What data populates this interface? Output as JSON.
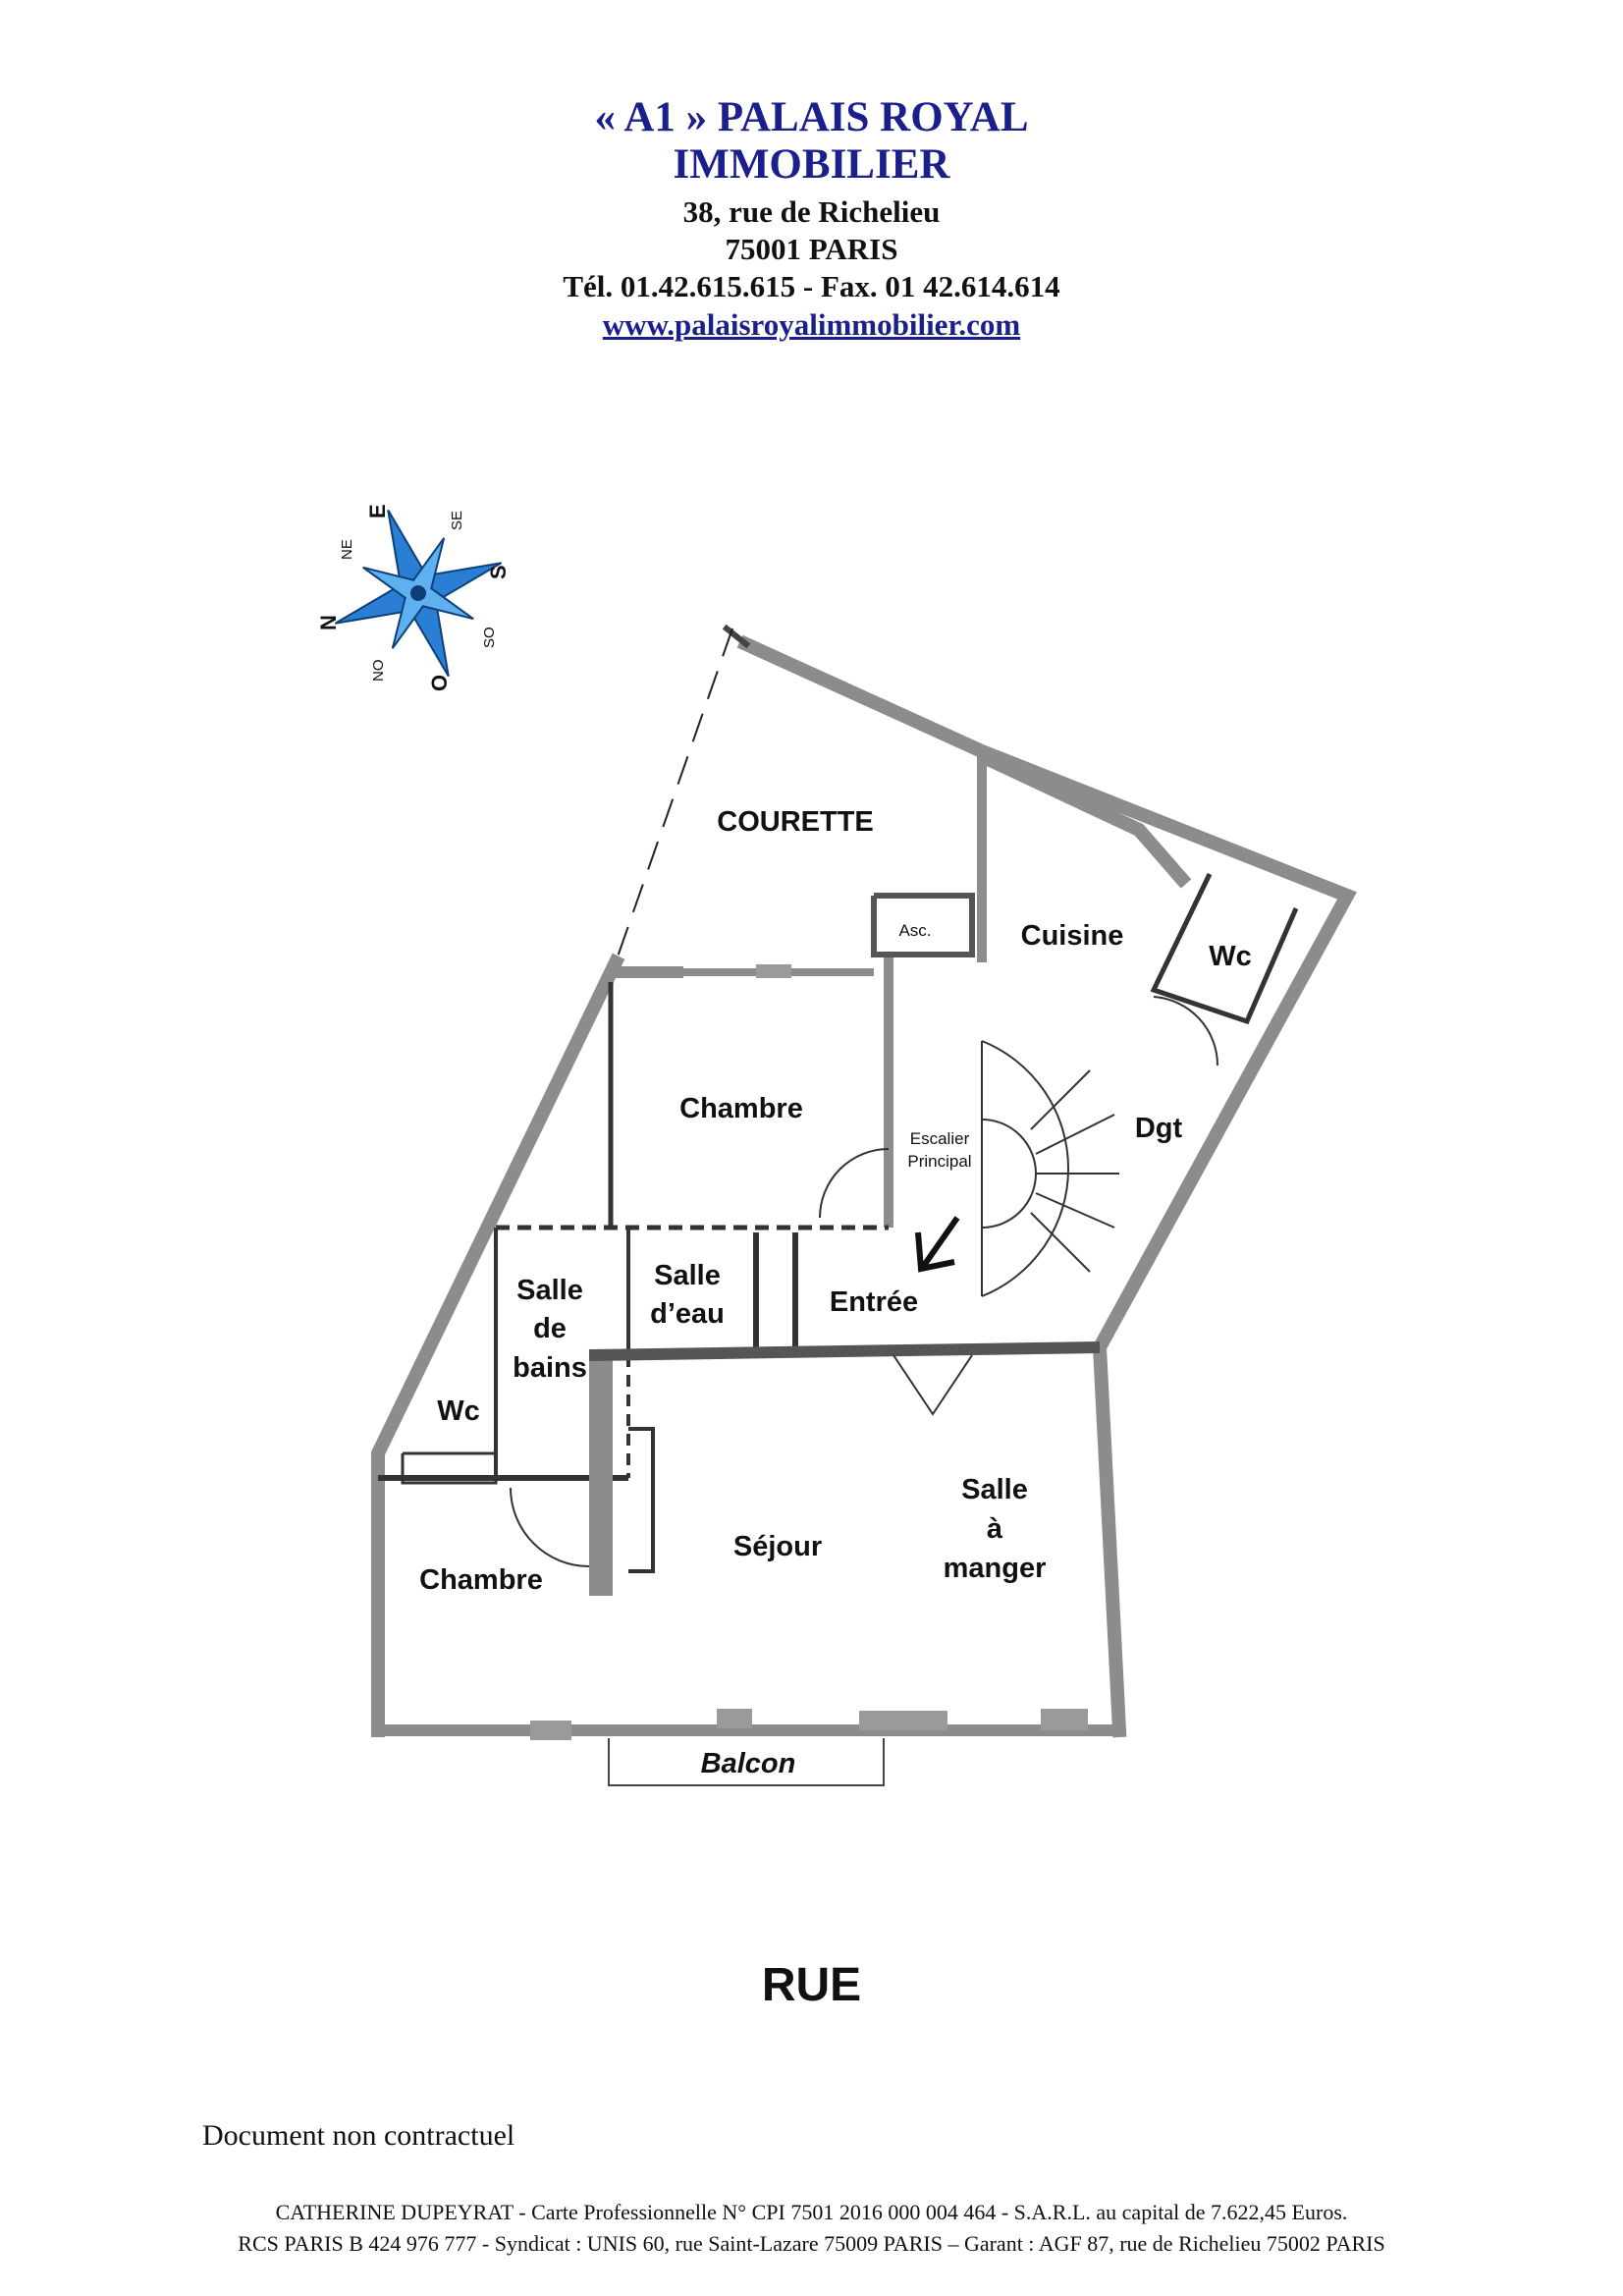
{
  "header": {
    "agency_line1": "« A1 » PALAIS ROYAL",
    "agency_line2": "IMMOBILIER",
    "street": "38, rue de Richelieu",
    "city": "75001  PARIS",
    "phone_fax": "Tél. 01.42.615.615 - Fax. 01 42.614.614",
    "website": "www.palaisroyalimmobilier.com"
  },
  "compass": {
    "n": "N",
    "ne": "NE",
    "e": "E",
    "se": "SE",
    "s": "S",
    "so": "SO",
    "o": "O",
    "no": "NO",
    "color": "#2a7fd4"
  },
  "plan": {
    "rooms": {
      "courette": "COURETTE",
      "cuisine": "Cuisine",
      "wc_top": "Wc",
      "chambre_top": "Chambre",
      "dgt": "Dgt",
      "salle_de_bains_1": "Salle",
      "salle_de_bains_2": "de",
      "salle_de_bains_3": "bains",
      "salle_eau_1": "Salle",
      "salle_eau_2": "d’eau",
      "entree": "Entrée",
      "wc_left": "Wc",
      "salle_a_manger_1": "Salle",
      "salle_a_manger_2": "à",
      "salle_a_manger_3": "manger",
      "sejour": "Séjour",
      "chambre_bottom": "Chambre",
      "balcon": "Balcon"
    },
    "labels": {
      "asc": "Asc.",
      "escalier_1": "Escalier",
      "escalier_2": "Principal"
    },
    "wall_color": "#8c8c8c"
  },
  "street_label": "RUE",
  "disclaimer": "Document non contractuel",
  "footer": {
    "line1": "CATHERINE DUPEYRAT - Carte Professionnelle N° CPI 7501 2016 000 004 464 - S.A.R.L. au capital de 7.622,45 Euros.",
    "line2": "RCS PARIS B 424 976 777 - Syndicat : UNIS  60, rue Saint-Lazare 75009  PARIS – Garant : AGF 87, rue de Richelieu 75002 PARIS"
  }
}
